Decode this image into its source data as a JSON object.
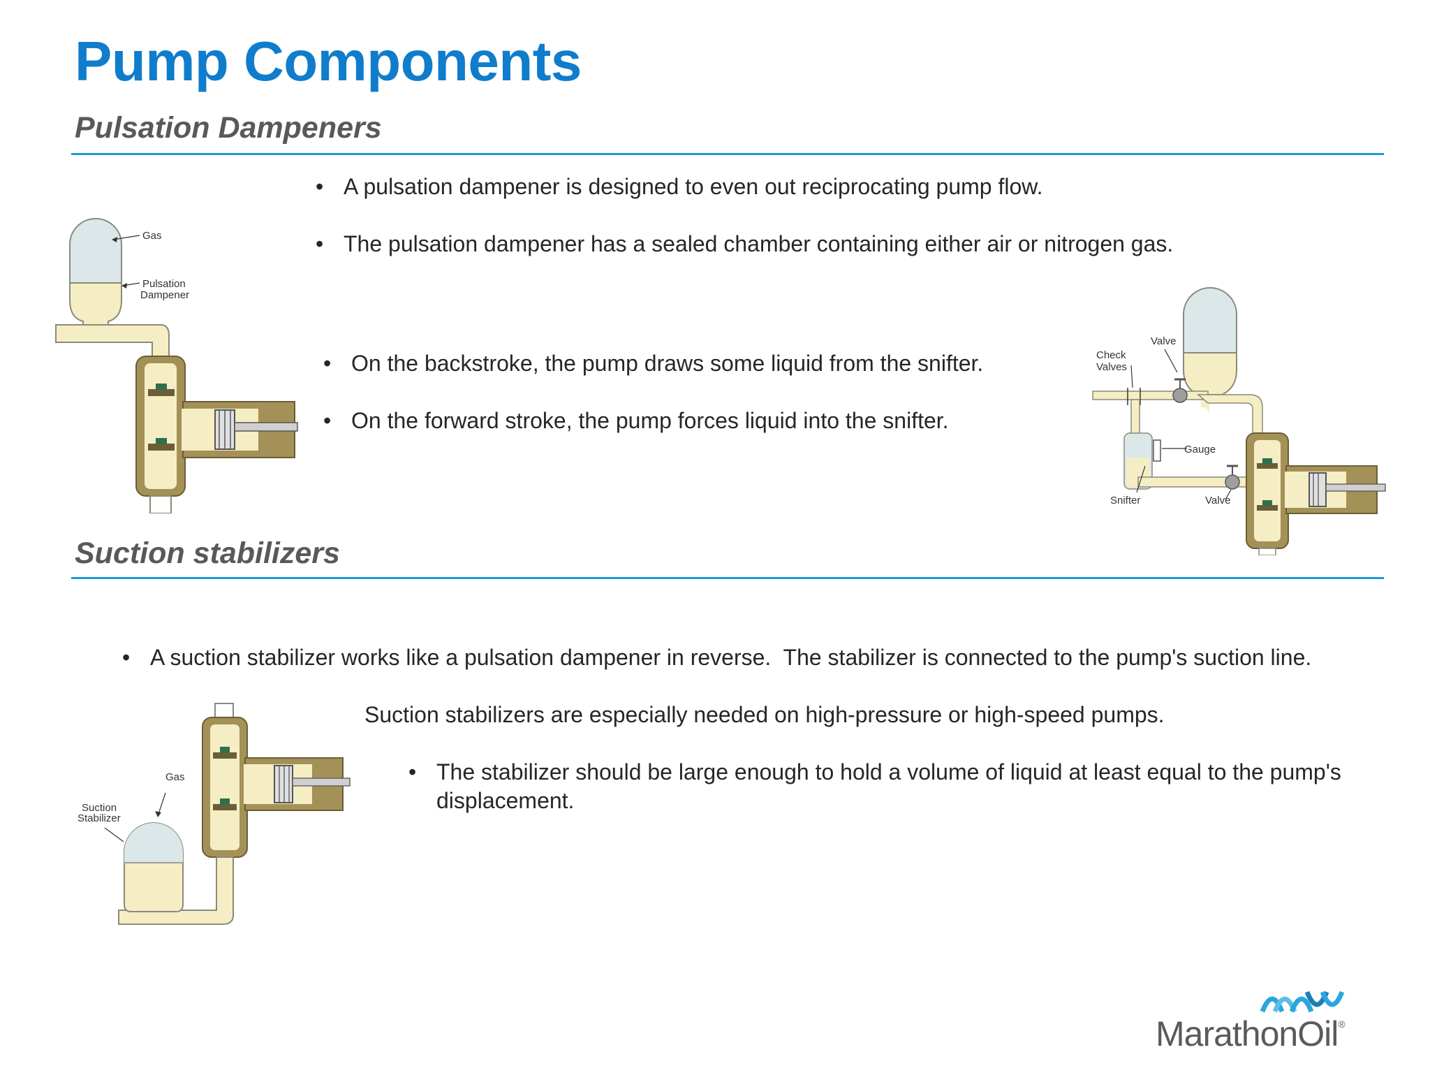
{
  "title": "Pump Components",
  "sections": {
    "pulsation": {
      "heading": "Pulsation Dampeners",
      "bullets": [
        "A pulsation dampener is designed to even out reciprocating pump flow.",
        "The pulsation dampener has a sealed chamber containing either air or nitrogen gas.",
        "On the backstroke, the pump draws some liquid from the snifter.",
        "On the forward stroke, the pump forces liquid into the snifter."
      ]
    },
    "suction": {
      "heading": "Suction stabilizers",
      "bullets": [
        "A suction stabilizer works like a pulsation dampener in reverse.  The stabilizer is connected to the pump's suction line.",
        "Suction stabilizers are especially needed on high-pressure or high-speed pumps.",
        "The stabilizer should be large enough to hold a volume of liquid at least equal to the pump's displacement."
      ]
    }
  },
  "bullet_char": "•",
  "diagrams": {
    "dampener": {
      "gas": "Gas",
      "pulsation1": "Pulsation",
      "pulsation2": "Dampener"
    },
    "snifter": {
      "valve_top": "Valve",
      "check1": "Check",
      "check2": "Valves",
      "gauge": "Gauge",
      "snifter": "Snifter",
      "valve_bottom": "Valve"
    },
    "stabilizer": {
      "gas": "Gas",
      "suction1": "Suction",
      "suction2": "Stabilizer"
    }
  },
  "logo": {
    "text": "MarathonOil",
    "registered": "®"
  },
  "colors": {
    "title": "#0f7ccc",
    "rule": "#1a9ad6",
    "liquid": "#f5edc4",
    "gas": "#dce7ea",
    "pump_body": "#a49158",
    "logo_blue": "#2aa6dc"
  }
}
